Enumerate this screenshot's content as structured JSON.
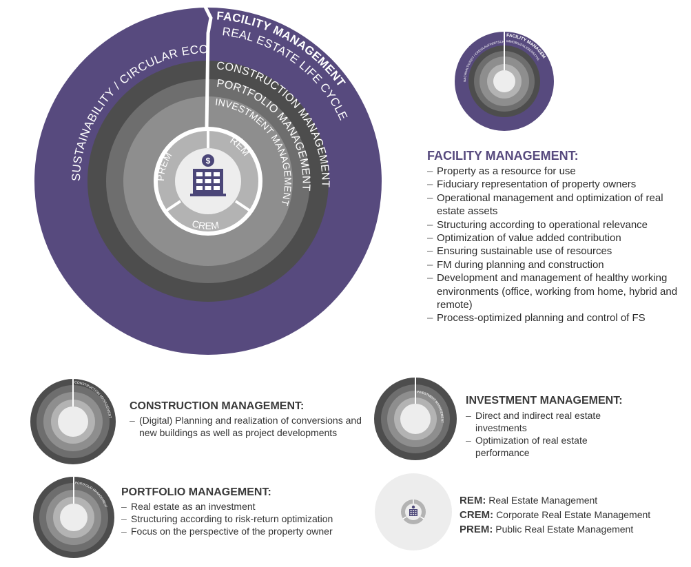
{
  "diagram": {
    "rings": {
      "facility": "FACILITY MANAGEMENT",
      "sustainability": "SUSTAINABILITY / CIRCULAR ECONOMY",
      "life_cycle": "REAL ESTATE LIFE CYCLE",
      "construction": "CONSTRUCTION MANAGEMENT",
      "portfolio": "PORTFOLIO MANAGEMENT",
      "investment": "INVESTMENT MANAGEMENT",
      "prem": "PREM",
      "rem": "REM",
      "crem": "CREM"
    },
    "icon": "building-dollar-icon",
    "colors": {
      "outer": "#574a7e",
      "construction": "#4d4d4d",
      "portfolio": "#6e6e6e",
      "investment": "#8e8e8e",
      "core": "#b3b3b3",
      "center": "#ededed",
      "icon": "#4b4678"
    }
  },
  "thumbnails": {
    "facility": {
      "label": "FACILITY MANAGEMENT",
      "sublabel": "IMMOBILIENLEBENSZYKLUS",
      "left_label": "NACHHALTIGKEIT / KREISLAUFWIRTSCHAFT"
    },
    "construction": {
      "label": "CONSTRUCTION MANAGEMENT"
    },
    "investment": {
      "label": "INVESTMENT MANAGEMENT"
    },
    "portfolio": {
      "label": "PORTFOLIO MANAGEMENT"
    }
  },
  "facility_management": {
    "title": "FACILITY MANAGEMENT:",
    "items": [
      "Property as a resource for use",
      "Fiduciary representation of property owners",
      "Operational management and optimization of real estate assets",
      "Structuring according to operational relevance",
      "Optimization of value added contribution",
      "Ensuring sustainable use of resources",
      "FM during planning and construction",
      "Development and management of healthy working environments (office, working from home, hybrid and remote)",
      "Process-optimized planning and control of FS"
    ]
  },
  "construction_management": {
    "title": "CONSTRUCTION MANAGEMENT:",
    "items": [
      "(Digital) Planning and realization of conversions and new buildings as well as project developments"
    ]
  },
  "investment_management": {
    "title": "INVESTMENT MANAGEMENT:",
    "items": [
      "Direct and indirect real estate investments",
      "Optimization of real estate performance"
    ]
  },
  "portfolio_management": {
    "title": "PORTFOLIO MANAGEMENT:",
    "items": [
      "Real estate as an investment",
      "Structuring according to risk-return optimization",
      "Focus on the perspective of the property owner"
    ]
  },
  "abbreviations": [
    {
      "abbr": "REM:",
      "text": "Real Estate Management"
    },
    {
      "abbr": "CREM:",
      "text": "Corporate Real Estate Management"
    },
    {
      "abbr": "PREM:",
      "text": "Public Real Estate Management"
    }
  ]
}
